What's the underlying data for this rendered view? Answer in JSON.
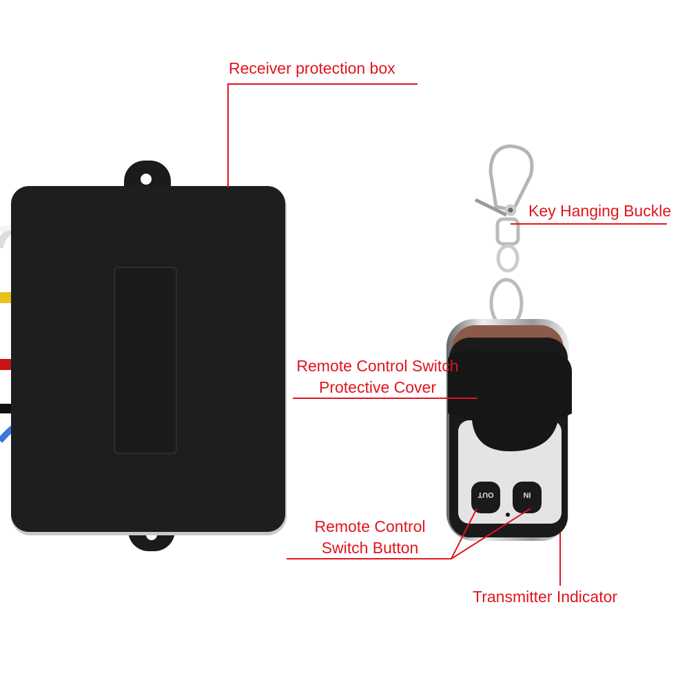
{
  "labels": {
    "receiver_box": "Receiver protection box",
    "key_buckle": "Key Hanging Buckle",
    "cover_line1": "Remote Control Switch",
    "cover_line2": "Protective Cover",
    "button_line1": "Remote Control",
    "button_line2": "Switch Button",
    "indicator": "Transmitter Indicator"
  },
  "remote_buttons": {
    "out": "OUT",
    "in": "IN"
  },
  "colors": {
    "annotation": "#e0141e",
    "wire_white": "#f2f2f2",
    "wire_yellow": "#e8c21a",
    "wire_red": "#c81414",
    "wire_black": "#111111",
    "wire_blue": "#3a78d8"
  }
}
